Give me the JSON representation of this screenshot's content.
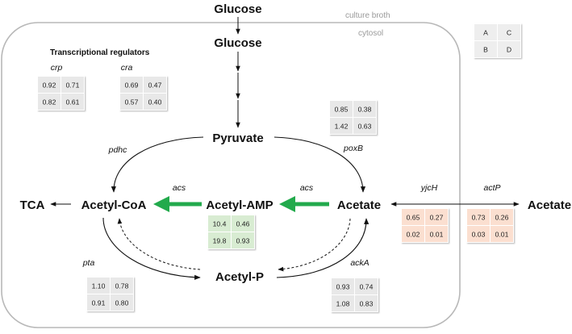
{
  "regions": {
    "culture_broth": "culture broth",
    "cytosol": "cytosol"
  },
  "regulators_title": "Transcriptional regulators",
  "nodes": {
    "glucose_outside": "Glucose",
    "glucose_inside": "Glucose",
    "pyruvate": "Pyruvate",
    "acetyl_coa": "Acetyl-CoA",
    "acetyl_amp": "Acetyl-AMP",
    "acetate_inside": "Acetate",
    "acetate_outside": "Acetate",
    "tca": "TCA",
    "acetyl_p": "Acetyl-P"
  },
  "legend": {
    "cells": [
      "A",
      "C",
      "B",
      "D"
    ]
  },
  "genes": [
    {
      "id": "crp",
      "label": "crp",
      "values": [
        "0.92",
        "0.71",
        "0.82",
        "0.61"
      ],
      "color": "#e8e8e8"
    },
    {
      "id": "cra",
      "label": "cra",
      "values": [
        "0.69",
        "0.47",
        "0.57",
        "0.40"
      ],
      "color": "#e8e8e8"
    },
    {
      "id": "poxb",
      "label": "poxB",
      "values": [
        "0.85",
        "0.38",
        "1.42",
        "0.63"
      ],
      "color": "#e8e8e8"
    },
    {
      "id": "pdhc",
      "label": "pdhc",
      "values": [],
      "color": ""
    },
    {
      "id": "acs_left",
      "label": "acs",
      "values": [],
      "color": ""
    },
    {
      "id": "acs_right",
      "label": "acs",
      "values": [
        "10.4",
        "0.46",
        "19.8",
        "0.93"
      ],
      "color": "#d8ecd2"
    },
    {
      "id": "yjch",
      "label": "yjcH",
      "values": [
        "0.65",
        "0.27",
        "0.02",
        "0.01"
      ],
      "color": "#fbdfd0"
    },
    {
      "id": "actp",
      "label": "actP",
      "values": [
        "0.73",
        "0.26",
        "0.03",
        "0.01"
      ],
      "color": "#fbdfd0"
    },
    {
      "id": "pta",
      "label": "pta",
      "values": [
        "1.10",
        "0.78",
        "0.91",
        "0.80"
      ],
      "color": "#e8e8e8"
    },
    {
      "id": "acka",
      "label": "ackA",
      "values": [
        "0.93",
        "0.74",
        "1.08",
        "0.83"
      ],
      "color": "#e8e8e8"
    }
  ],
  "colors": {
    "green_arrow": "#22aa4c",
    "arrow": "#111111",
    "cytosol_border": "#b8b8b8",
    "table_grey": "#e8e8e8",
    "table_green": "#d8ecd2",
    "table_orange": "#fbdfd0"
  }
}
